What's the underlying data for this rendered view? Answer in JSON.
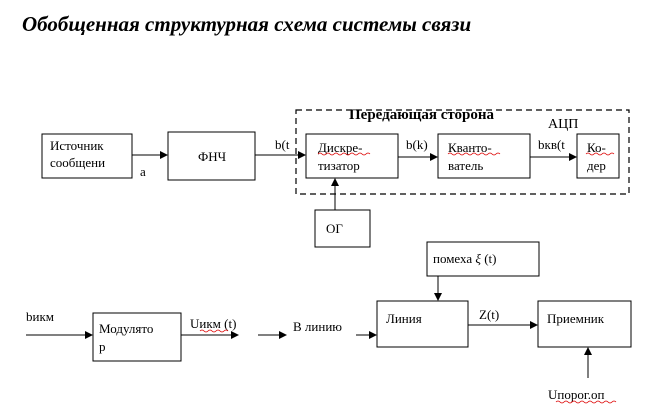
{
  "title": "Обобщенная структурная схема системы связи",
  "blocks": {
    "source": [
      "Источник",
      "сообщени"
    ],
    "source_sub": "а",
    "lpf": "ФНЧ",
    "sampler": [
      "Дискре-",
      "тизатор"
    ],
    "quantizer": [
      "Кванто-",
      "ватель"
    ],
    "coder": [
      "Ко-",
      "дер"
    ],
    "og": "ОГ",
    "noise": "помеха",
    "noise_symbol": "ξ",
    "noise_arg": " (t)",
    "modulator": [
      "Модулято",
      "р"
    ],
    "line": "Линия",
    "receiver": "Приемник"
  },
  "labels": {
    "transmit_side": "Передающая сторона",
    "adc": "АЦП",
    "bt": "b(t",
    "bk": "b(k)",
    "bkv": "bкв(t",
    "bikm": "bикм",
    "uikm": "Uикм (t)",
    "to_line": "В линию",
    "zt": "Z(t)",
    "uthreshold": "Uпорог.оп"
  }
}
